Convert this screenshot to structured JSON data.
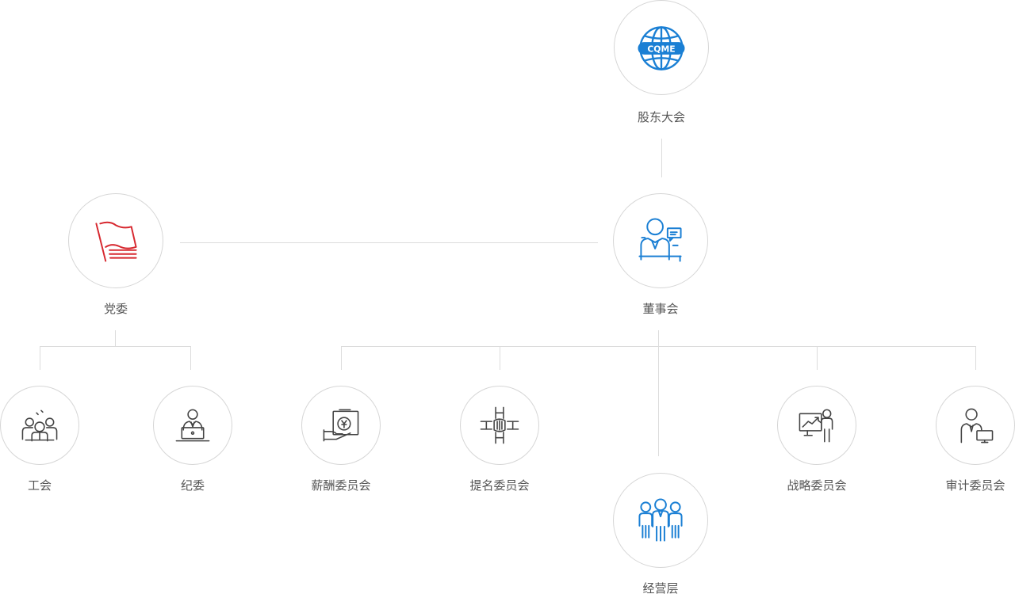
{
  "org_chart": {
    "nodes": {
      "shareholders": {
        "label": "股东大会",
        "logo_text": "CQME",
        "icon": "cqme-globe-logo",
        "color": "#1a7fd4"
      },
      "board": {
        "label": "董事会",
        "icon": "presenter-at-desk-icon",
        "color": "#1a7fd4"
      },
      "party_committee": {
        "label": "党委",
        "icon": "red-flag-icon",
        "color": "#d7282f"
      },
      "labor_union": {
        "label": "工会",
        "icon": "group-people-icon",
        "color": "#444444"
      },
      "discipline_committee": {
        "label": "纪委",
        "icon": "person-at-laptop-icon",
        "color": "#444444"
      },
      "compensation_committee": {
        "label": "薪酬委员会",
        "icon": "yuan-hand-icon",
        "color": "#444444"
      },
      "nomination_committee": {
        "label": "提名委员会",
        "icon": "handshake-puzzle-icon",
        "color": "#444444"
      },
      "management": {
        "label": "经营层",
        "icon": "team-people-icon",
        "color": "#1a7fd4"
      },
      "strategy_committee": {
        "label": "战略委员会",
        "icon": "presenter-chart-icon",
        "color": "#444444"
      },
      "audit_committee": {
        "label": "审计委员会",
        "icon": "person-monitor-icon",
        "color": "#444444"
      }
    }
  }
}
